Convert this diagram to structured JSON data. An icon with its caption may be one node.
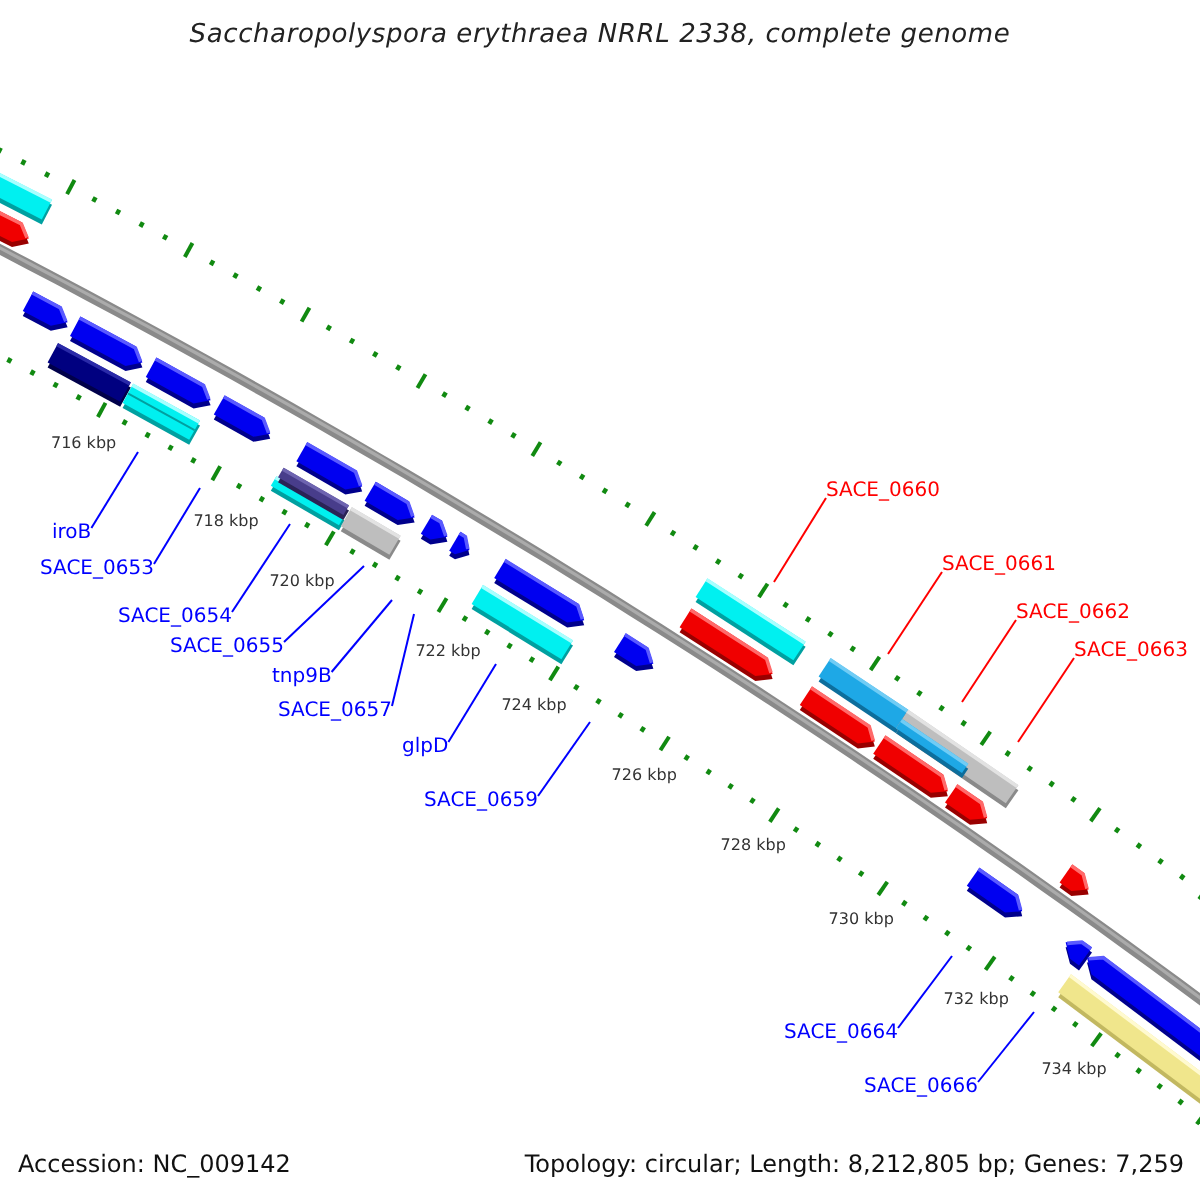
{
  "diagram": {
    "title": "Saccharopolyspora erythraea NRRL 2338, complete genome",
    "nodes": [
      {
        "text": [
          "iroB"
        ]
      },
      {
        "text": [
          "SACE_0653"
        ]
      },
      {
        "text": [
          "SACE_0654"
        ]
      },
      {
        "text": [
          "SACE_0655"
        ]
      },
      {
        "text": [
          "tnp9B"
        ]
      },
      {
        "text": [
          "SACE_0657"
        ]
      },
      {
        "text": [
          "glpD"
        ]
      },
      {
        "text": [
          "SACE_0659"
        ]
      },
      {
        "text": [
          "SACE_0660"
        ]
      },
      {
        "text": [
          "SACE_0661"
        ]
      },
      {
        "text": [
          "SACE_0662"
        ]
      },
      {
        "text": [
          "SACE_0663"
        ]
      },
      {
        "text": [
          "SACE_0664"
        ]
      },
      {
        "text": [
          "SACE_0666"
        ]
      }
    ],
    "edges": [
      {
        "from": 0,
        "to": null,
        "arrow": "none"
      },
      {
        "from": 1,
        "to": null,
        "arrow": "none"
      },
      {
        "from": 2,
        "to": null,
        "arrow": "none"
      },
      {
        "from": 3,
        "to": null,
        "arrow": "none"
      },
      {
        "from": 4,
        "to": null,
        "arrow": "none"
      },
      {
        "from": 5,
        "to": null,
        "arrow": "none"
      },
      {
        "from": 6,
        "to": null,
        "arrow": "none"
      },
      {
        "from": 7,
        "to": null,
        "arrow": "none"
      },
      {
        "from": 8,
        "to": null,
        "arrow": "none",
        "color": "#ff0000"
      },
      {
        "from": 9,
        "to": null,
        "arrow": "none",
        "color": "#ff0000"
      },
      {
        "from": 10,
        "to": null,
        "arrow": "none",
        "color": "#ff0000"
      },
      {
        "from": 11,
        "to": null,
        "arrow": "none",
        "color": "#ff0000"
      },
      {
        "from": 12,
        "to": null,
        "arrow": "none"
      },
      {
        "from": 13,
        "to": null,
        "arrow": "none"
      }
    ],
    "labels": [
      "716 kbp",
      "718 kbp",
      "720 kbp",
      "722 kbp",
      "724 kbp",
      "726 kbp",
      "728 kbp",
      "730 kbp",
      "732 kbp",
      "734 kbp",
      "Accession: NC_009142",
      "Topology: circular; Length: 8,212,805 bp; Genes: 7,259"
    ]
  }
}
